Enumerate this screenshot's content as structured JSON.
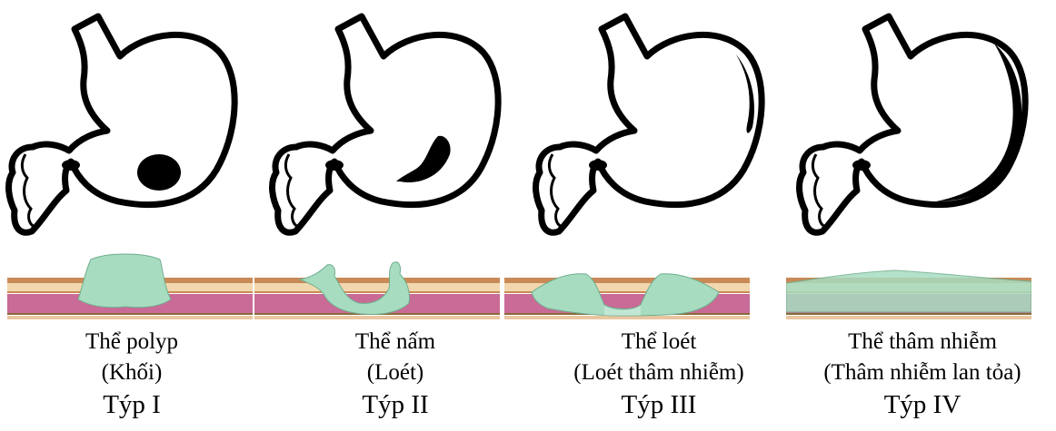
{
  "panels": [
    {
      "name": "Thể polyp",
      "alt": "(Khối)",
      "type": "Týp I"
    },
    {
      "name": "Thể nấm",
      "alt": "(Loét)",
      "type": "Týp II"
    },
    {
      "name": "Thể loét",
      "alt": "(Loét thâm nhiễm)",
      "type": "Týp III"
    },
    {
      "name": "Thể thâm nhiễm",
      "alt": "(Thâm nhiễm lan tỏa)",
      "type": "Týp IV"
    }
  ],
  "colors": {
    "outline": "#000000",
    "mucosa_pink": "#c96b96",
    "submucosa_tan": "#f2d7ae",
    "serosa_brown": "#c98a57",
    "tumor_green": "#a7dcc0"
  }
}
